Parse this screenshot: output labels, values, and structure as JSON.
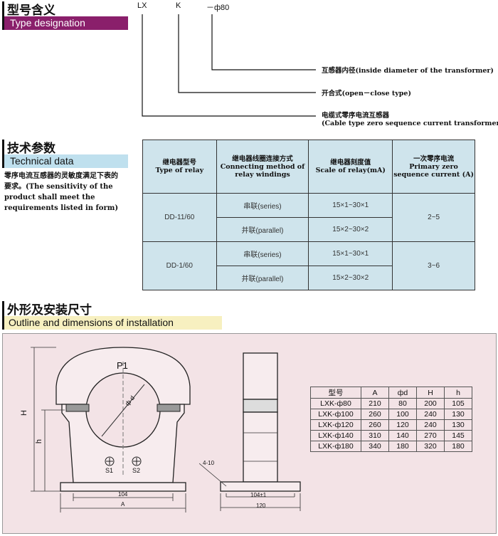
{
  "sections": {
    "model": {
      "cn": "型号含义",
      "en": "Type designation"
    },
    "tech": {
      "cn": "技术参数",
      "en": "Technical data"
    },
    "outline": {
      "cn": "外形及安装尺寸",
      "en": "Outline and dimensions of installation"
    }
  },
  "model_code": {
    "p1": "LX",
    "p2": "K",
    "p3": "－ф80"
  },
  "model_desc": {
    "d1": "互感器内径(inside diameter of the transformer)",
    "d2": "开合式(open－close type)",
    "d3_cn": "电缆式零序电流互感器",
    "d3_en": "(Cable type zero sequence  current transformer)"
  },
  "sensitivity_note": "零序电流互感器的灵敏度满足下表的要求。(The sensitivity of the product shall meet the requirements listed in form)",
  "tech_table": {
    "headers": [
      [
        "继电器型号",
        "Type of relay"
      ],
      [
        "继电器线圈连接方式",
        "Connecting method of relay windings"
      ],
      [
        "继电器刻度值",
        "Scale of relay(mA)"
      ],
      [
        "一次零序电流",
        "Primary zero sequence current (A)"
      ]
    ],
    "rows": [
      {
        "relay": "DD-11/60",
        "method1": "串联(series)",
        "scale1": "15×1~30×1",
        "method2": "并联(parallel)",
        "scale2": "15×2~30×2",
        "current": "2~5"
      },
      {
        "relay": "DD-1/60",
        "method1": "串联(series)",
        "scale1": "15×1~30×1",
        "method2": "并联(parallel)",
        "scale2": "15×2~30×2",
        "current": "3~6"
      }
    ]
  },
  "drawing": {
    "p1": "P1",
    "phid": "ф d",
    "H": "H",
    "h": "h",
    "s1": "S1",
    "s2": "S2",
    "dim104": "104",
    "dimA": "A",
    "hole": "4-10",
    "dim104tol": "104±1",
    "dim120": "120"
  },
  "dims_table": {
    "headers": [
      "型号",
      "A",
      "фd",
      "H",
      "h"
    ],
    "rows": [
      [
        "LXK-ф80",
        "210",
        "80",
        "200",
        "105"
      ],
      [
        "LXK-ф100",
        "260",
        "100",
        "240",
        "130"
      ],
      [
        "LXK-ф120",
        "260",
        "120",
        "240",
        "130"
      ],
      [
        "LXK-ф140",
        "310",
        "140",
        "270",
        "145"
      ],
      [
        "LXK-ф180",
        "340",
        "180",
        "320",
        "180"
      ]
    ]
  }
}
